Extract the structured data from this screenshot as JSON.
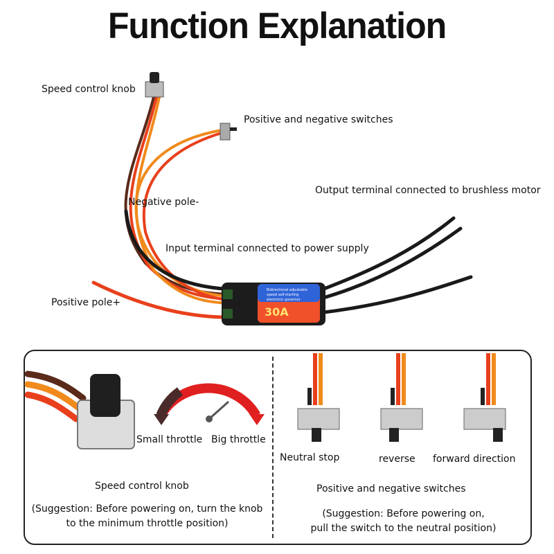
{
  "title": "Function Explanation",
  "callouts": {
    "speed_knob": "Speed control knob",
    "switches": "Positive and negative switches",
    "output": "Output terminal connected to brushless motor",
    "negative": "Negative pole-",
    "input": "Input terminal connected to power supply",
    "positive": "Positive pole+"
  },
  "esc_label": {
    "line1": "Bidirectional adjustable",
    "line2": "speed self-starting",
    "line3": "electronic governor",
    "rating": "30A"
  },
  "left_panel": {
    "small_throttle": "Small throttle",
    "big_throttle": "Big throttle",
    "heading": "Speed control knob",
    "note_line1": "(Suggestion: Before powering on, turn the knob",
    "note_line2": "to the minimum throttle position)"
  },
  "right_panel": {
    "positions": [
      "Neutral stop",
      "reverse",
      "forward direction"
    ],
    "heading": "Positive and negative switches",
    "note_line1": "(Suggestion: Before powering on,",
    "note_line2": "pull the switch to the neutral position)"
  },
  "colors": {
    "wire_red": "#e8401c",
    "wire_orange": "#f08a1c",
    "wire_brown": "#5a2a1a",
    "wire_black": "#1a1a1a",
    "arrow_red": "#e02020",
    "arrow_dark": "#4a2a2a",
    "label_blue": "#2f63d8",
    "label_red": "#f0502a"
  }
}
